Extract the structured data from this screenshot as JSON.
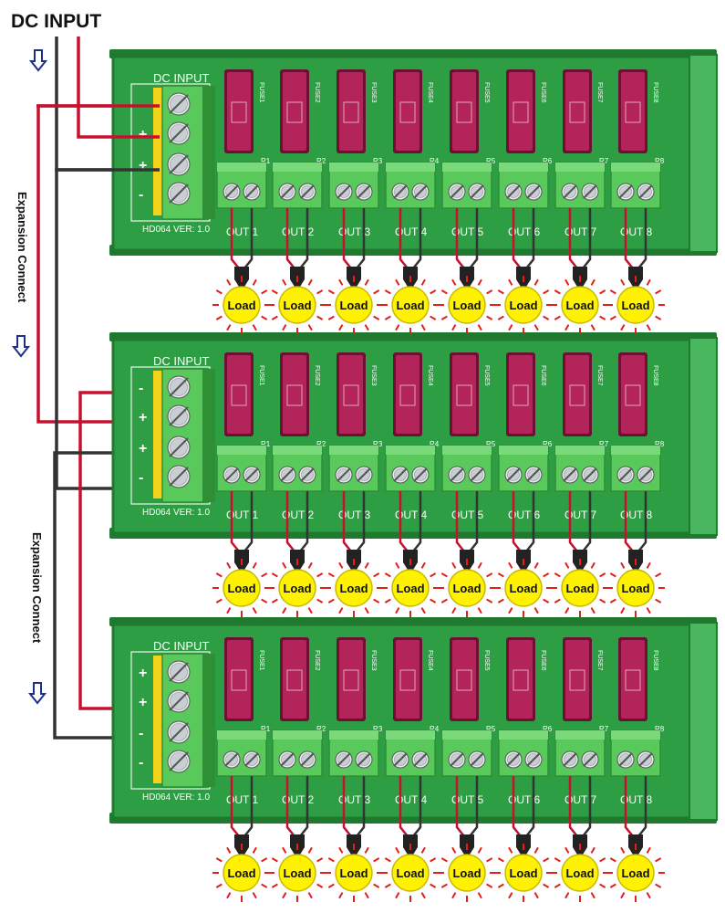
{
  "title": "DC INPUT",
  "expansion_label": "Expansion Connect",
  "boards": [
    {
      "header": "DC INPUT",
      "model": "HD064",
      "version": "VER: 1.0",
      "terminal_signs": [
        "-",
        "+",
        "+",
        "-"
      ],
      "fuses": [
        "FUSE1",
        "FUSE2",
        "FUSE3",
        "FUSE4",
        "FUSE5",
        "FUSE6",
        "FUSE7",
        "FUSE8"
      ],
      "resistors": [
        "R1",
        "R2",
        "R3",
        "R4",
        "R5",
        "R6",
        "R7",
        "R8"
      ],
      "outputs": [
        "OUT 1",
        "OUT 2",
        "OUT 3",
        "OUT 4",
        "OUT 5",
        "OUT 6",
        "OUT 7",
        "OUT 8"
      ],
      "load_label": "Load"
    },
    {
      "header": "DC INPUT",
      "model": "HD064",
      "version": "VER: 1.0",
      "terminal_signs": [
        "-",
        "+",
        "+",
        "-"
      ],
      "fuses": [
        "FUSE1",
        "FUSE2",
        "FUSE3",
        "FUSE4",
        "FUSE5",
        "FUSE6",
        "FUSE7",
        "FUSE8"
      ],
      "resistors": [
        "R1",
        "R2",
        "R3",
        "R4",
        "R5",
        "R6",
        "R7",
        "R8"
      ],
      "outputs": [
        "OUT 1",
        "OUT 2",
        "OUT 3",
        "OUT 4",
        "OUT 5",
        "OUT 6",
        "OUT 7",
        "OUT 8"
      ],
      "load_label": "Load"
    },
    {
      "header": "DC INPUT",
      "model": "HD064",
      "version": "VER: 1.0",
      "terminal_signs": [
        "+",
        "+",
        "-",
        "-"
      ],
      "fuses": [
        "FUSE1",
        "FUSE2",
        "FUSE3",
        "FUSE4",
        "FUSE5",
        "FUSE6",
        "FUSE7",
        "FUSE8"
      ],
      "resistors": [
        "R1",
        "R2",
        "R3",
        "R4",
        "R5",
        "R6",
        "R7",
        "R8"
      ],
      "outputs": [
        "OUT 1",
        "OUT 2",
        "OUT 3",
        "OUT 4",
        "OUT 5",
        "OUT 6",
        "OUT 7",
        "OUT 8"
      ],
      "load_label": "Load"
    }
  ],
  "colors": {
    "board_dark": "#1f7a30",
    "board": "#2e9e44",
    "board_light": "#49b75e",
    "terminal_green": "#58c95a",
    "terminal_dark": "#2f8f35",
    "fuse": "#b3245a",
    "fuse_dark": "#6e0f33",
    "yellow_strip": "#f3d21a",
    "wire_red": "#c8102e",
    "wire_black": "#333333",
    "load_yellow": "#fff200",
    "ray_red": "#e0201a",
    "arrow_blue": "#1c2f8a"
  }
}
